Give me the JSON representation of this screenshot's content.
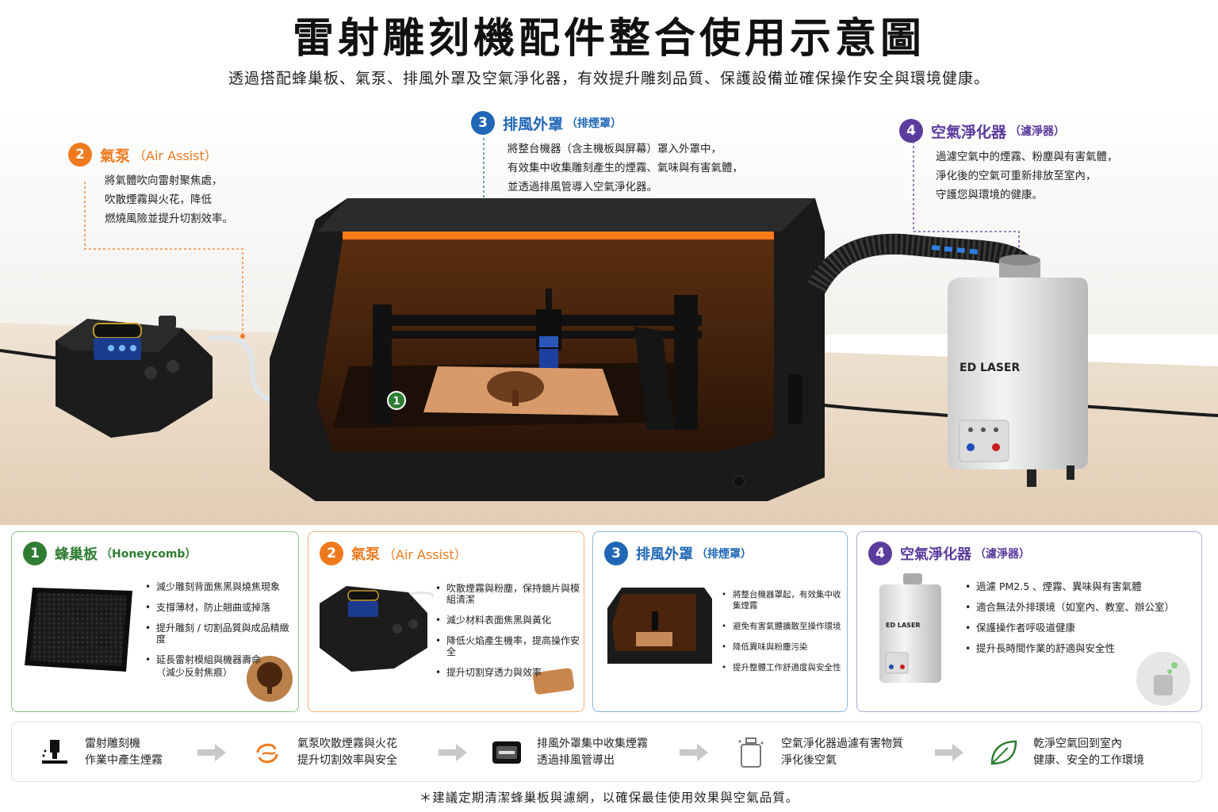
{
  "title": "雷射雕刻機配件整合使用示意圖",
  "subtitle": "透過搭配蜂巢板、氣泵、排風外罩及空氣淨化器，有效提升雕刻品質、保護設備並確保操作安全與環境健康。",
  "colors": {
    "orange": "#ef7a1e",
    "blue": "#1f67b6",
    "purple": "#5b3b9c",
    "green": "#2e7d32"
  },
  "callouts": {
    "air_assist": {
      "num": "2",
      "title": "氣泵",
      "sub": "（Air Assist）",
      "lines": [
        "將氣體吹向雷射聚焦處，",
        "吹散煙霧與火花，降低",
        "燃燒風險並提升切割效率。"
      ]
    },
    "enclosure": {
      "num": "3",
      "title": "排風外罩",
      "sub": "（排煙罩）",
      "lines": [
        "將整台機器（含主機板與屏幕）罩入外罩中，",
        "有效集中收集雕刻產生的煙霧、氣味與有害氣體，",
        "並透過排風管導入空氣淨化器。"
      ]
    },
    "purifier": {
      "num": "4",
      "title": "空氣淨化器",
      "sub": "（濾淨器）",
      "lines": [
        "過濾空氣中的煙霧、粉塵與有害氣體，",
        "淨化後的空氣可重新排放至室內，",
        "守護您與環境的健康。"
      ]
    }
  },
  "scene": {
    "honeycomb_marker": "1",
    "purifier_brand": "ED  LASER"
  },
  "cards": [
    {
      "num": "1",
      "title": "蜂巢板",
      "sub": "（Honeycomb）",
      "items": [
        "減少雕刻背面焦黑與燒焦現象",
        "支撐薄材，防止翹曲或掉落",
        "提升雕刻 / 切割品質與成品精緻度",
        "延長雷射模組與機器壽命"
      ],
      "note": "（減少反射焦痕）"
    },
    {
      "num": "2",
      "title": "氣泵",
      "sub": "（Air Assist）",
      "items": [
        "吹散煙霧與粉塵，保持鏡片與模組清潔",
        "減少材料表面焦黑與黃化",
        "降低火焰產生機率，提高操作安全",
        "提升切割穿透力與效率"
      ]
    },
    {
      "num": "3",
      "title": "排風外罩",
      "sub": "（排煙罩）",
      "items": [
        "將整台機器罩起，有效集中收集煙霧",
        "避免有害氣體擴散至操作環境",
        "降低異味與粉塵污染",
        "提升整體工作舒適度與安全性"
      ]
    },
    {
      "num": "4",
      "title": "空氣淨化器",
      "sub": "（濾淨器）",
      "items": [
        "過濾 PM2.5 、煙霧、異味與有害氣體",
        "適合無法外排環境（如室內、教室、辦公室）",
        "保護操作者呼吸道健康",
        "提升長時間作業的舒適與安全性"
      ],
      "brand": "ED  LASER"
    }
  ],
  "flow": [
    {
      "icon": "laser-engraver-icon",
      "line1": "雷射雕刻機",
      "line2": "作業中產生煙霧"
    },
    {
      "icon": "air-swirl-icon",
      "line1": "氣泵吹散煙霧與火花",
      "line2": "提升切割效率與安全"
    },
    {
      "icon": "enclosure-icon",
      "line1": "排風外罩集中收集煙霧",
      "line2": "透過排風管導出"
    },
    {
      "icon": "filter-icon",
      "line1": "空氣淨化器過濾有害物質",
      "line2": "淨化後空氣"
    },
    {
      "icon": "leaf-icon",
      "line1": "乾淨空氣回到室內",
      "line2": "健康、安全的工作環境"
    }
  ],
  "footer": "＊建議定期清潔蜂巢板與濾網，以確保最佳使用效果與空氣品質。"
}
